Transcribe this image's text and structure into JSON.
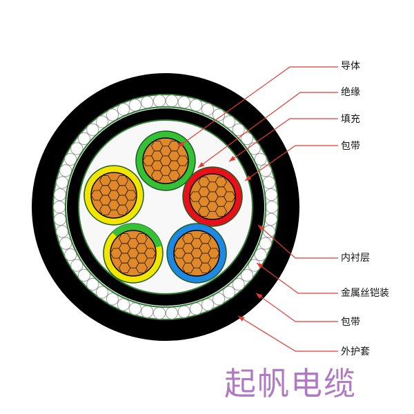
{
  "labels": {
    "conductor": "导体",
    "insulation": "绝缘",
    "filler": "填充",
    "wrap_tape_inner": "包带",
    "inner_sheath": "内衬层",
    "steel_wire_armor": "金属丝铠装",
    "wrap_tape_outer": "包带",
    "outer_sheath": "外护套"
  },
  "watermark": "起帆电缆",
  "colors": {
    "sheath": "#000000",
    "armor_wire": "#ffffff",
    "tape": "#2e7d32",
    "filler": "#f8f8f8",
    "conductor": "#e0892b",
    "leader_line": "#e53935",
    "insulation_green": "#35c035",
    "insulation_yellow": "#f2e600",
    "insulation_red": "#e8101a",
    "insulation_blue": "#1e88e5",
    "watermark": "#b07ac2"
  }
}
